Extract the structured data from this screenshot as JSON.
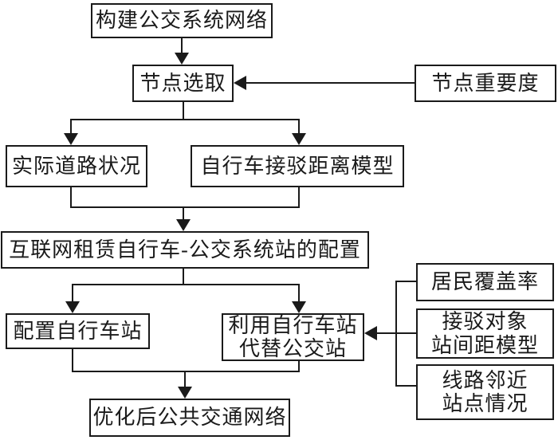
{
  "diagram": {
    "type": "flowchart",
    "language": "zh-CN",
    "colors": {
      "background": "#ffffff",
      "line": "#1a1a1a",
      "text": "#1a1a1a",
      "box_fill": "#ffffff"
    },
    "nodes": {
      "build_network": {
        "label": "构建公交系统网络"
      },
      "node_select": {
        "label": "节点选取"
      },
      "node_importance": {
        "label": "节点重要度"
      },
      "road_condition": {
        "label": "实际道路状况"
      },
      "bike_distance_model": {
        "label": "自行车接驳距离模型"
      },
      "station_config": {
        "label": "互联网租赁自行车-公交系统站的配置"
      },
      "bike_station": {
        "label": "配置自行车站"
      },
      "replace_bus": {
        "label": "利用自行车站\n代替公交站"
      },
      "coverage": {
        "label": "居民覆盖率"
      },
      "spacing_model": {
        "label": "接驳对象\n站间距模型"
      },
      "nearby_station": {
        "label": "线路邻近\n站点情况"
      },
      "optimized": {
        "label": "优化后公共交通网络"
      }
    },
    "edges": [
      {
        "from": "build_network",
        "to": "node_select",
        "arrow": "down"
      },
      {
        "from": "node_importance",
        "to": "node_select",
        "arrow": "left"
      },
      {
        "from": "node_select",
        "to": "road_condition",
        "arrow": "down"
      },
      {
        "from": "node_select",
        "to": "bike_distance_model",
        "arrow": "down"
      },
      {
        "from": "road_condition",
        "to": "station_config",
        "arrow": "down"
      },
      {
        "from": "bike_distance_model",
        "to": "station_config",
        "arrow": "down"
      },
      {
        "from": "station_config",
        "to": "bike_station",
        "arrow": "down"
      },
      {
        "from": "station_config",
        "to": "replace_bus",
        "arrow": "down"
      },
      {
        "from": "coverage",
        "to": "replace_bus",
        "arrow": "left"
      },
      {
        "from": "spacing_model",
        "to": "replace_bus",
        "arrow": "left"
      },
      {
        "from": "nearby_station",
        "to": "replace_bus",
        "arrow": "left"
      },
      {
        "from": "bike_station",
        "to": "optimized",
        "arrow": "down"
      },
      {
        "from": "replace_bus",
        "to": "optimized",
        "arrow": "down"
      }
    ]
  }
}
